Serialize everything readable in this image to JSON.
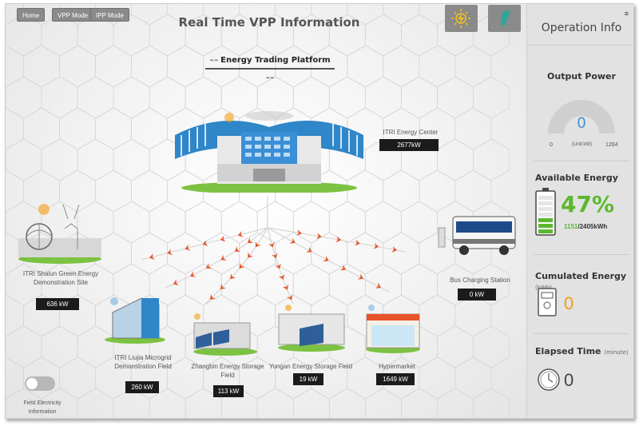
{
  "nav": {
    "home": "Home",
    "vpp": "VPP Mode",
    "ipp": "IPP Mode"
  },
  "header": {
    "title": "Real Time VPP Information",
    "platform": "Energy Trading Platform"
  },
  "top_icons": [
    {
      "icon": "lightning-icon"
    },
    {
      "icon": "taiwan-map-icon"
    }
  ],
  "sites": {
    "center": {
      "label": "ITRI Energy Center",
      "value": "2677kW"
    },
    "shalun": {
      "label": "ITRI Shalun Green Energy Demonstration Site",
      "value": "636 kW"
    },
    "bus": {
      "label": "Bus Charging Station",
      "value": "0 kW"
    },
    "liujia": {
      "label": "ITRI Liujia Microgrid Demonstration Field",
      "value": "260 kW"
    },
    "zhangbin": {
      "label": "Zhangbin Energy Storage Field",
      "value": "113 kW"
    },
    "yongan": {
      "label": "Yongan Energy Storage Field",
      "value": "19 kW"
    },
    "hypermarket": {
      "label": "Hypermarket",
      "value": "1649 kW"
    }
  },
  "toggle": {
    "label": "Field Electricity Information",
    "on": false
  },
  "side": {
    "title": "Operation Info",
    "menu_icon": "≡",
    "output": {
      "title": "Output Power",
      "value": "0",
      "min": "0",
      "max": "1264",
      "unit": "(Unit:kW)"
    },
    "available": {
      "title": "Available Energy",
      "percent": "47%",
      "current": "1151",
      "total": "/2405kWh",
      "level": 0.47
    },
    "cumulated": {
      "title": "Cumulated Energy",
      "unit": "(kWh)",
      "value": "0"
    },
    "elapsed": {
      "title": "Elapsed Time",
      "unit": "(minute)",
      "value": "0"
    }
  },
  "colors": {
    "green": "#5cb82f",
    "blue": "#3a8fd6",
    "orange": "#f39c12",
    "arrow": "#e8542a"
  }
}
